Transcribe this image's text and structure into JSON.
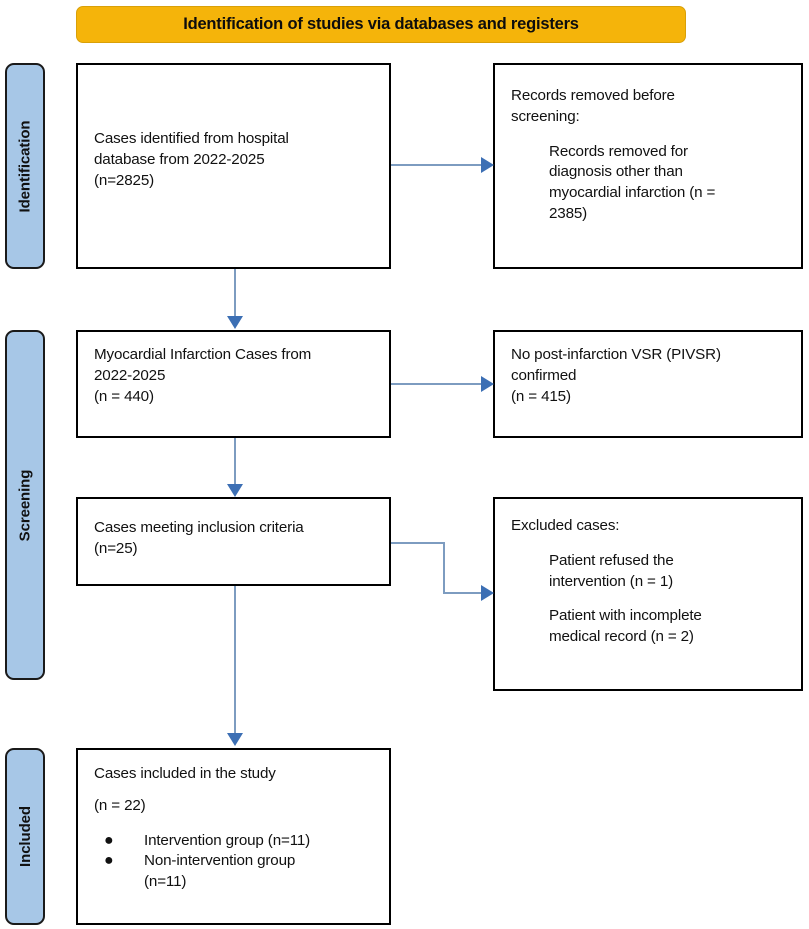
{
  "banner": {
    "title": "Identification of studies via databases and registers"
  },
  "stages": [
    {
      "id": "identification",
      "label": "Identification"
    },
    {
      "id": "screening",
      "label": "Screening"
    },
    {
      "id": "included",
      "label": "Included"
    }
  ],
  "boxes": {
    "identified": {
      "line1": "Cases identified from hospital",
      "line2": "database from 2022-2025",
      "line3": "(n=2825)"
    },
    "removed_before_screening": {
      "head1": "Records removed ",
      "head_italic1": "before",
      "head_italic2": "screening",
      "head_colon": ":",
      "sub1": "Records removed for",
      "sub2": "diagnosis other than",
      "sub3": "myocardial infarction (n =",
      "sub4": "2385)"
    },
    "mi_cases": {
      "line1": "Myocardial Infarction Cases from",
      "line2": "2022-2025",
      "line3": "(n = 440)"
    },
    "no_pivsr": {
      "line1": "No post-infarction VSR (PIVSR)",
      "line2": "confirmed",
      "line3": "(n = 415)"
    },
    "inclusion": {
      "line1": "Cases meeting inclusion criteria",
      "line2": "(n=25)"
    },
    "excluded": {
      "head": "Excluded cases:",
      "sub1a": "Patient refused the",
      "sub1b": "intervention (n = 1)",
      "sub2a": "Patient with incomplete",
      "sub2b": "medical record (n = 2)"
    },
    "included_final": {
      "line1": "Cases included in the study",
      "line2": "(n = 22)",
      "bullet_marker": "●",
      "b1": "Intervention group (n=11)",
      "b2a": "Non-intervention  group",
      "b2b": "(n=11)"
    }
  },
  "colors": {
    "banner_fill": "#F5B40A",
    "stage_fill": "#A7C7E7",
    "connector": "#7D9CC0",
    "arrowhead": "#3C6FB4",
    "box_border": "#000000"
  },
  "chart_data": {
    "type": "diagram",
    "title": "Identification of studies via databases and registers",
    "flow": [
      {
        "stage": "Identification",
        "node": "Cases identified from hospital database from 2022-2025",
        "n": 2825
      },
      {
        "stage": "Identification",
        "node": "Records removed for diagnosis other than myocardial infarction",
        "n": 2385,
        "excluded": true
      },
      {
        "stage": "Screening",
        "node": "Myocardial Infarction Cases from 2022-2025",
        "n": 440
      },
      {
        "stage": "Screening",
        "node": "No post-infarction VSR (PIVSR) confirmed",
        "n": 415,
        "excluded": true
      },
      {
        "stage": "Screening",
        "node": "Cases meeting inclusion criteria",
        "n": 25
      },
      {
        "stage": "Screening",
        "node": "Patient refused the intervention",
        "n": 1,
        "excluded": true
      },
      {
        "stage": "Screening",
        "node": "Patient with incomplete medical record",
        "n": 2,
        "excluded": true
      },
      {
        "stage": "Included",
        "node": "Cases included in the study",
        "n": 22
      },
      {
        "stage": "Included",
        "node": "Intervention group",
        "n": 11
      },
      {
        "stage": "Included",
        "node": "Non-intervention group",
        "n": 11
      }
    ]
  }
}
